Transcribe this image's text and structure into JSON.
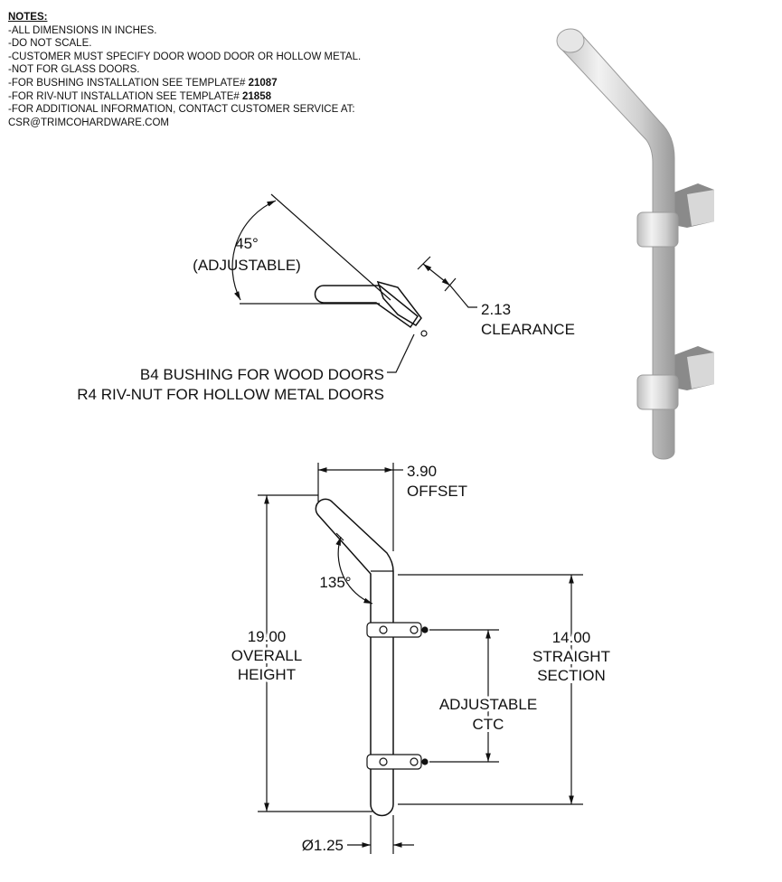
{
  "notes": {
    "title": "NOTES:",
    "lines": [
      "-ALL DIMENSIONS IN INCHES.",
      "-DO NOT SCALE.",
      "-CUSTOMER MUST SPECIFY DOOR WOOD DOOR OR HOLLOW METAL.",
      "-NOT FOR GLASS DOORS."
    ],
    "bushing_prefix": "-FOR BUSHING INSTALLATION SEE TEMPLATE# ",
    "bushing_template": "21087",
    "rivnut_prefix": "-FOR RIV-NUT INSTALLATION SEE TEMPLATE# ",
    "rivnut_template": "21858",
    "contact": "-FOR ADDITIONAL INFORMATION, CONTACT CUSTOMER SERVICE AT:",
    "email": "CSR@TRIMCOHARDWARE.COM"
  },
  "top_view": {
    "angle": "45°",
    "angle_note": "(ADJUSTABLE)",
    "clearance_value": "2.13",
    "clearance_label": "CLEARANCE",
    "bushing_label": "B4 BUSHING FOR WOOD DOORS",
    "rivnut_label": "R4 RIV-NUT FOR HOLLOW METAL DOORS"
  },
  "side_view": {
    "offset_value": "3.90",
    "offset_label": "OFFSET",
    "bend_angle": "135°",
    "overall_value": "19.00",
    "overall_label1": "OVERALL",
    "overall_label2": "HEIGHT",
    "straight_value": "14.00",
    "straight_label1": "STRAIGHT",
    "straight_label2": "SECTION",
    "ctc_label1": "ADJUSTABLE",
    "ctc_label2": "CTC",
    "diameter": "Ø1.25"
  }
}
